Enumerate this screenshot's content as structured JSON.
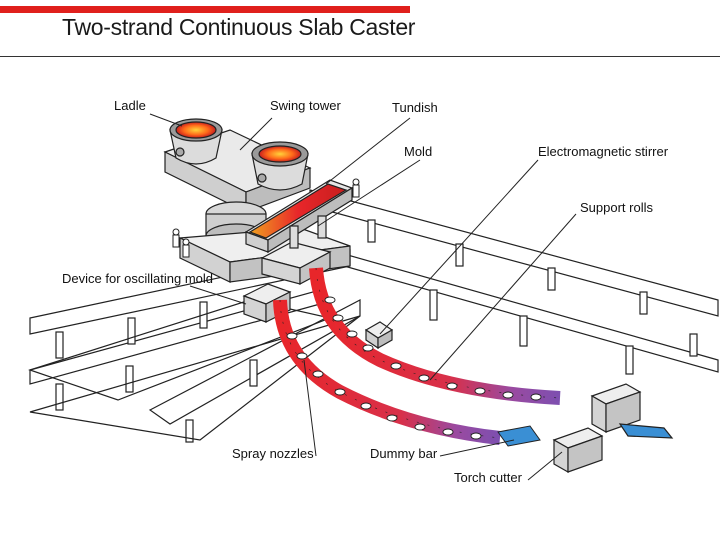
{
  "slide": {
    "title": "Two-strand Continuous Slab Caster",
    "accent_color": "#e0201c"
  },
  "labels": {
    "ladle": "Ladle",
    "swing_tower": "Swing tower",
    "tundish": "Tundish",
    "mold": "Mold",
    "electromagnetic_stirrer": "Electromagnetic stirrer",
    "support_rolls": "Support rolls",
    "oscillating_device": "Device for oscillating mold",
    "spray_nozzles": "Spray nozzles",
    "dummy_bar": "Dummy bar",
    "torch_cutter": "Torch cutter"
  },
  "colors": {
    "hot_metal": "#e8262a",
    "cooling_metal": "#7d4fb0",
    "cold_slab": "#3a8fd4"
  }
}
